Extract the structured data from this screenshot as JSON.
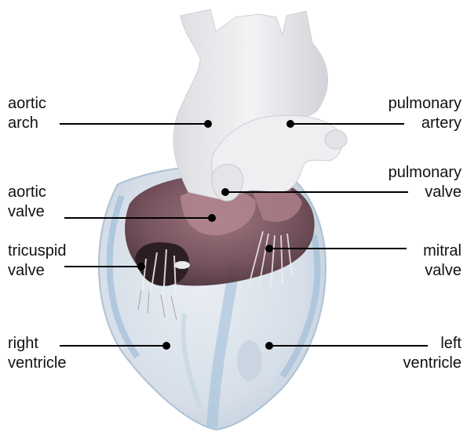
{
  "labels": {
    "aortic_arch": {
      "line1": "aortic",
      "line2": "arch"
    },
    "pulmonary_artery": {
      "line1": "pulmonary",
      "line2": "artery"
    },
    "aortic_valve": {
      "line1": "aortic",
      "line2": "valve"
    },
    "pulmonary_valve": {
      "line1": "pulmonary",
      "line2": "valve"
    },
    "tricuspid_valve": {
      "line1": "tricuspid",
      "line2": "valve"
    },
    "mitral_valve": {
      "line1": "mitral",
      "line2": "valve"
    },
    "right_ventricle": {
      "line1": "right",
      "line2": "ventricle"
    },
    "left_ventricle": {
      "line1": "left",
      "line2": "ventricle"
    }
  },
  "colors": {
    "text": "#111111",
    "leader_line": "#000000",
    "vessel_white": "#ececee",
    "heart_glass": "#d3dde8",
    "heart_edge": "#9fb8cf",
    "valve_plane_dark": "#5a3b45",
    "valve_plane_mauve": "#8e6670",
    "blue_tint": "#8fb4d4"
  }
}
